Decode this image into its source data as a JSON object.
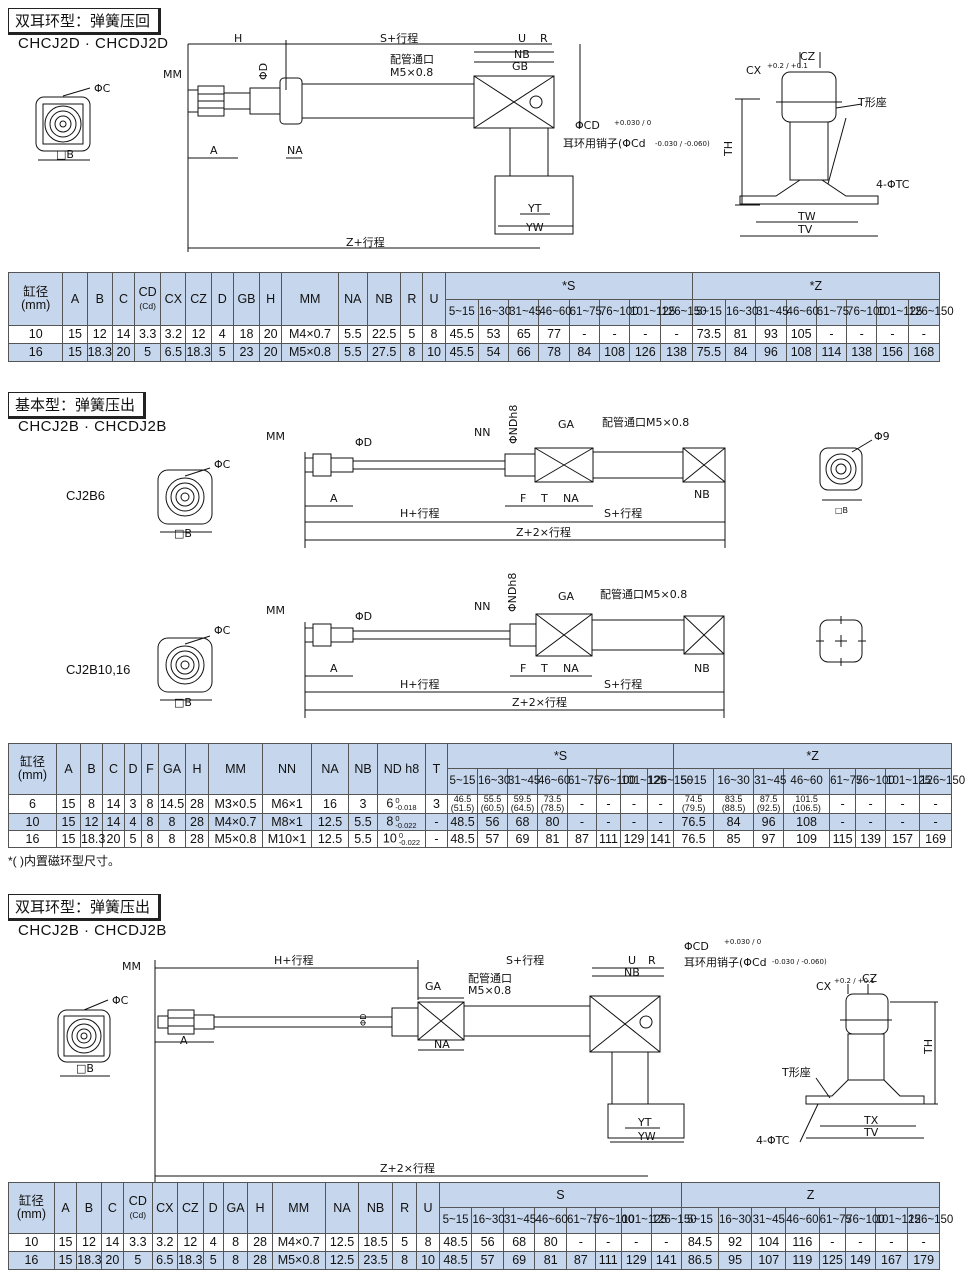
{
  "section1": {
    "title": "双耳环型：弹簧压回",
    "model": "CHCJ2D · CHCDJ2D",
    "drawing_labels": {
      "H": "H",
      "S_stroke": "S+行程",
      "U": "U",
      "R": "R",
      "NB": "NB",
      "GB": "GB",
      "MM": "MM",
      "phiD": "ΦD",
      "phiC": "ΦC",
      "B": "□B",
      "A": "A",
      "NA": "NA",
      "port": "配管通口",
      "port_size": "M5×0.8",
      "CD": "ΦCD",
      "CD_tol": "+0.030 / 0",
      "pin": "耳环用销子(ΦCd",
      "pin_tol": "-0.030 / -0.060)",
      "YT": "YT",
      "YW": "YW",
      "Z_stroke": "Z+行程",
      "CX": "CX",
      "CX_tol": "+0.2 / +0.1",
      "CZ": "CZ",
      "T_seat": "T形座",
      "TH": "TH",
      "TC": "4-ΦTC",
      "TW": "TW",
      "TV": "TV"
    },
    "table": {
      "header_main": [
        "缸径(mm)",
        "A",
        "B",
        "C",
        "CD",
        "CX",
        "CZ",
        "D",
        "GB",
        "H",
        "MM",
        "NA",
        "NB",
        "R",
        "U"
      ],
      "cd_sub": "(Cd)",
      "s_header": "*S",
      "z_header": "*Z",
      "ranges": [
        "5~15",
        "16~30",
        "31~45",
        "46~60",
        "61~75",
        "76~100",
        "101~125",
        "126~150"
      ],
      "rows": [
        {
          "cells": [
            "10",
            "15",
            "12",
            "14",
            "3.3",
            "3.2",
            "12",
            "4",
            "18",
            "20",
            "M4×0.7",
            "5.5",
            "22.5",
            "5",
            "8"
          ],
          "s": [
            "45.5",
            "53",
            "65",
            "77",
            "-",
            "-",
            "-",
            "-"
          ],
          "z": [
            "73.5",
            "81",
            "93",
            "105",
            "-",
            "-",
            "-",
            "-"
          ]
        },
        {
          "cells": [
            "16",
            "15",
            "18.3",
            "20",
            "5",
            "6.5",
            "18.3",
            "5",
            "23",
            "20",
            "M5×0.8",
            "5.5",
            "27.5",
            "8",
            "10"
          ],
          "s": [
            "45.5",
            "54",
            "66",
            "78",
            "84",
            "108",
            "126",
            "138"
          ],
          "z": [
            "75.5",
            "84",
            "96",
            "108",
            "114",
            "138",
            "156",
            "168"
          ]
        }
      ]
    }
  },
  "section2": {
    "title": "基本型：弹簧压出",
    "model": "CHCJ2B · CHCDJ2B",
    "variant1": "CJ2B6",
    "variant2": "CJ2B10,16",
    "drawing_labels": {
      "MM": "MM",
      "phiD": "ΦD",
      "phiC": "ΦC",
      "B": "□B",
      "A": "A",
      "NN": "NN",
      "NDh8": "ΦNDh8",
      "GA": "GA",
      "port": "配管通口M5×0.8",
      "F": "F",
      "T": "T",
      "NA": "NA",
      "NB": "NB",
      "H_stroke": "H+行程",
      "S_stroke": "S+行程",
      "Z_2stroke": "Z+2×行程",
      "phi9": "Φ9"
    },
    "table": {
      "header_main": [
        "缸径(mm)",
        "A",
        "B",
        "C",
        "D",
        "F",
        "GA",
        "H",
        "MM",
        "NN",
        "NA",
        "NB",
        "ND h8",
        "T"
      ],
      "s_header": "*S",
      "z_header": "*Z",
      "ranges": [
        "5~15",
        "16~30",
        "31~45",
        "46~60",
        "61~75",
        "76~100",
        "101~125",
        "126~150"
      ],
      "rows": [
        {
          "cells": [
            "6",
            "15",
            "8",
            "14",
            "3",
            "8",
            "14.5",
            "28",
            "M3×0.5",
            "M6×1",
            "16",
            "3",
            "6",
            "3"
          ],
          "nd_tol": [
            "0",
            "-0.018"
          ],
          "s": [
            "46.5 (51.5)",
            "55.5 (60.5)",
            "59.5 (64.5)",
            "73.5 (78.5)",
            "-",
            "-",
            "-",
            "-"
          ],
          "z": [
            "74.5 (79.5)",
            "83.5 (88.5)",
            "87.5 (92.5)",
            "101.5 (106.5)",
            "-",
            "-",
            "-",
            "-"
          ]
        },
        {
          "cells": [
            "10",
            "15",
            "12",
            "14",
            "4",
            "8",
            "8",
            "28",
            "M4×0.7",
            "M8×1",
            "12.5",
            "5.5",
            "8",
            "-"
          ],
          "nd_tol": [
            "0",
            "-0.022"
          ],
          "s": [
            "48.5",
            "56",
            "68",
            "80",
            "-",
            "-",
            "-",
            "-"
          ],
          "z": [
            "76.5",
            "84",
            "96",
            "108",
            "-",
            "-",
            "-",
            "-"
          ]
        },
        {
          "cells": [
            "16",
            "15",
            "18.3",
            "20",
            "5",
            "8",
            "8",
            "28",
            "M5×0.8",
            "M10×1",
            "12.5",
            "5.5",
            "10",
            "-"
          ],
          "nd_tol": [
            "0",
            "-0.022"
          ],
          "s": [
            "48.5",
            "57",
            "69",
            "81",
            "87",
            "111",
            "129",
            "141"
          ],
          "z": [
            "76.5",
            "85",
            "97",
            "109",
            "115",
            "139",
            "157",
            "169"
          ]
        }
      ]
    },
    "note": "*( )内置磁环型尺寸。"
  },
  "section3": {
    "title": "双耳环型：弹簧压出",
    "model": "CHCJ2B · CHCDJ2B",
    "drawing_labels": {
      "MM": "MM",
      "phiC": "ΦC",
      "B": "□B",
      "A": "A",
      "H_stroke": "H+行程",
      "S_stroke": "S+行程",
      "GA": "GA",
      "port": "配管通口",
      "port_size": "M5×0.8",
      "NA": "NA",
      "U": "U",
      "R": "R",
      "NB": "NB",
      "phiD": "ΦD",
      "CD": "ΦCD",
      "CD_tol": "+0.030 / 0",
      "pin": "耳环用销子(ΦCd",
      "pin_tol": "-0.030 / -0.060)",
      "YT": "YT",
      "YW": "YW",
      "Z_2stroke": "Z+2×行程",
      "CX": "CX",
      "CX_tol": "+0.2 / +0.1",
      "CZ": "CZ",
      "T_seat": "T形座",
      "TH": "TH",
      "TX": "TX",
      "TV": "TV",
      "TC": "4-ΦTC"
    },
    "table": {
      "header_main": [
        "缸径(mm)",
        "A",
        "B",
        "C",
        "CD",
        "CX",
        "CZ",
        "D",
        "GA",
        "H",
        "MM",
        "NA",
        "NB",
        "R",
        "U"
      ],
      "cd_sub": "(Cd)",
      "s_header": "S",
      "z_header": "Z",
      "ranges": [
        "5~15",
        "16~30",
        "31~45",
        "46~60",
        "61~75",
        "76~100",
        "101~125",
        "126~150"
      ],
      "rows": [
        {
          "cells": [
            "10",
            "15",
            "12",
            "14",
            "3.3",
            "3.2",
            "12",
            "4",
            "8",
            "28",
            "M4×0.7",
            "12.5",
            "18.5",
            "5",
            "8"
          ],
          "s": [
            "48.5",
            "56",
            "68",
            "80",
            "-",
            "-",
            "-",
            "-"
          ],
          "z": [
            "84.5",
            "92",
            "104",
            "116",
            "-",
            "-",
            "-",
            "-"
          ]
        },
        {
          "cells": [
            "16",
            "15",
            "18.3",
            "20",
            "5",
            "6.5",
            "18.3",
            "5",
            "8",
            "28",
            "M5×0.8",
            "12.5",
            "23.5",
            "8",
            "10"
          ],
          "s": [
            "48.5",
            "57",
            "69",
            "81",
            "87",
            "111",
            "129",
            "141"
          ],
          "z": [
            "86.5",
            "95",
            "107",
            "119",
            "125",
            "149",
            "167",
            "179"
          ]
        }
      ]
    }
  }
}
